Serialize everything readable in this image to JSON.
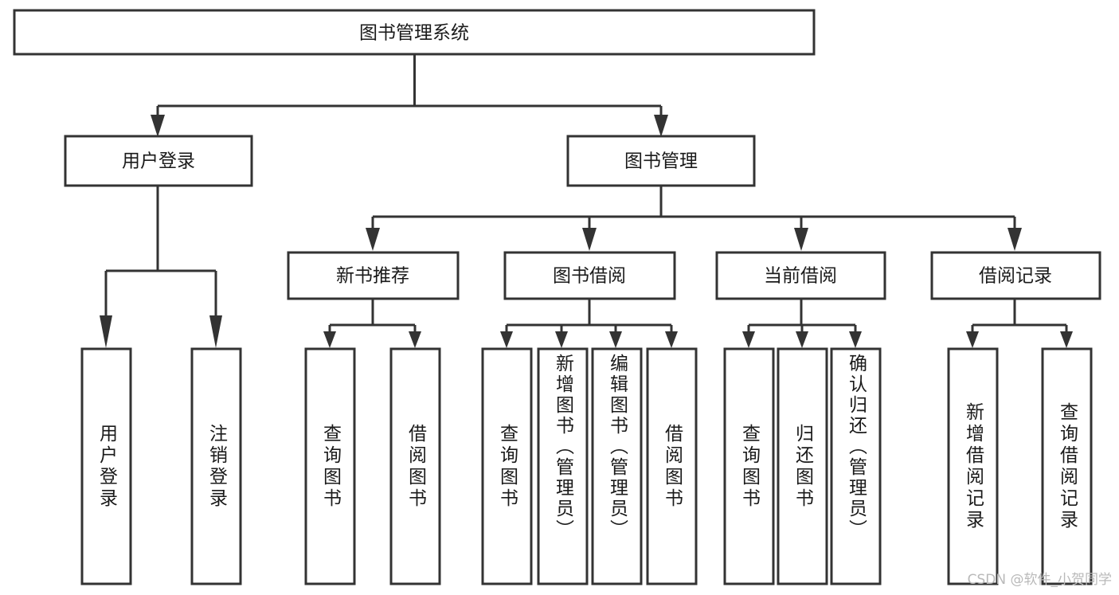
{
  "chart_data": {
    "type": "diagram",
    "title": "图书管理系统",
    "subtype": "tree-hierarchy-chart",
    "orientation": "top-down",
    "levels": 4,
    "nodes": [
      {
        "id": "root",
        "label": "图书管理系统",
        "level": 0,
        "parent": null
      },
      {
        "id": "login",
        "label": "用户登录",
        "level": 1,
        "parent": "root"
      },
      {
        "id": "bookmgmt",
        "label": "图书管理",
        "level": 1,
        "parent": "root"
      },
      {
        "id": "newbook",
        "label": "新书推荐",
        "level": 2,
        "parent": "bookmgmt"
      },
      {
        "id": "borrow",
        "label": "图书借阅",
        "level": 2,
        "parent": "bookmgmt"
      },
      {
        "id": "current",
        "label": "当前借阅",
        "level": 2,
        "parent": "bookmgmt"
      },
      {
        "id": "record",
        "label": "借阅记录",
        "level": 2,
        "parent": "bookmgmt"
      },
      {
        "id": "l1",
        "label": "用户登录",
        "level": 2,
        "parent": "login"
      },
      {
        "id": "l2",
        "label": "注销登录",
        "level": 2,
        "parent": "login"
      },
      {
        "id": "n1",
        "label": "查询图书",
        "level": 3,
        "parent": "newbook"
      },
      {
        "id": "n2",
        "label": "借阅图书",
        "level": 3,
        "parent": "newbook"
      },
      {
        "id": "b1",
        "label": "查询图书",
        "level": 3,
        "parent": "borrow"
      },
      {
        "id": "b2",
        "label": "新增图书（管理员）",
        "level": 3,
        "parent": "borrow"
      },
      {
        "id": "b3",
        "label": "编辑图书（管理员）",
        "level": 3,
        "parent": "borrow"
      },
      {
        "id": "b4",
        "label": "借阅图书",
        "level": 3,
        "parent": "borrow"
      },
      {
        "id": "c1",
        "label": "查询图书",
        "level": 3,
        "parent": "current"
      },
      {
        "id": "c2",
        "label": "归还图书",
        "level": 3,
        "parent": "current"
      },
      {
        "id": "c3",
        "label": "确认归还（管理员）",
        "level": 3,
        "parent": "current"
      },
      {
        "id": "r1",
        "label": "新增借阅记录",
        "level": 3,
        "parent": "record"
      },
      {
        "id": "r2",
        "label": "查询借阅记录",
        "level": 3,
        "parent": "record"
      }
    ]
  },
  "diagram": {
    "root": {
      "label": "图书管理系统"
    },
    "level2": {
      "login": "用户登录",
      "book_management": "图书管理"
    },
    "level3": {
      "new_book_recommend": "新书推荐",
      "book_borrow": "图书借阅",
      "current_borrow": "当前借阅",
      "borrow_record": "借阅记录"
    },
    "leaves": {
      "login_children": [
        "用户登录",
        "注销登录"
      ],
      "new_book_children": [
        "查询图书",
        "借阅图书"
      ],
      "borrow_children": [
        "查询图书",
        "新增图书（管理员）",
        "编辑图书（管理员）",
        "借阅图书"
      ],
      "current_children": [
        "查询图书",
        "归还图书",
        "确认归还（管理员）"
      ],
      "record_children": [
        "新增借阅记录",
        "查询借阅记录"
      ]
    }
  },
  "watermark": {
    "text": "CSDN @软件_小贺同学"
  },
  "colors": {
    "box_stroke": "#333333",
    "box_fill": "#ffffff",
    "text": "#1a1a1a",
    "watermark": "#b9b9b9",
    "background": "#ffffff"
  }
}
